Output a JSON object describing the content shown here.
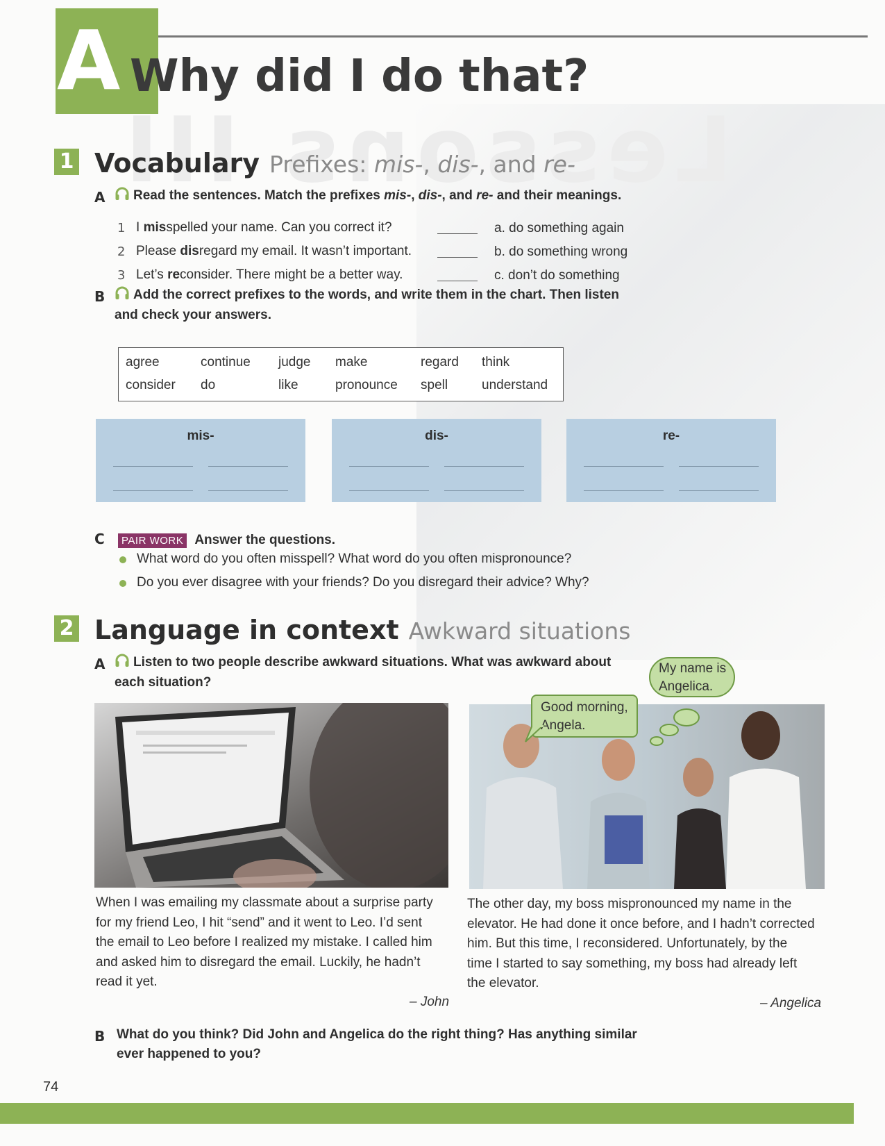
{
  "header": {
    "letter": "A",
    "title": "Why did I do that?"
  },
  "section1": {
    "number": "1",
    "title": "Vocabulary",
    "subtitle_pre": "Prefixes: ",
    "subtitle_mis": "mis-",
    "subtitle_sep": ", ",
    "subtitle_dis": "dis-",
    "subtitle_and": ", and ",
    "subtitle_re": "re-",
    "partA": {
      "letter": "A",
      "instruction_pre": "Read the sentences. Match the prefixes ",
      "p1": "mis-",
      "sep1": ", ",
      "p2": "dis-",
      "sep2": ", and ",
      "p3": "re-",
      "instruction_post": " and their meanings.",
      "items": [
        {
          "num": "1",
          "pre": "I ",
          "bold": "mis",
          "post": "spelled your name. Can you correct it?"
        },
        {
          "num": "2",
          "pre": "Please ",
          "bold": "dis",
          "post": "regard my email. It wasn’t important."
        },
        {
          "num": "3",
          "pre": "Let’s ",
          "bold": "re",
          "post": "consider. There might be a better way."
        }
      ],
      "meanings": [
        "a.  do something again",
        "b.  do something wrong",
        "c.  don’t do something"
      ]
    },
    "partB": {
      "letter": "B",
      "instruction_line1": "Add the correct prefixes to the words, and write them in the chart. Then listen",
      "instruction_line2": "and check your answers.",
      "words_row1": [
        "agree",
        "continue",
        "judge",
        "make",
        "regard",
        "think"
      ],
      "words_row2": [
        "consider",
        "do",
        "like",
        "pronounce",
        "spell",
        "understand"
      ],
      "charts": [
        "mis-",
        "dis-",
        "re-"
      ]
    },
    "partC": {
      "letter": "C",
      "badge": "PAIR WORK",
      "instruction": "Answer the questions.",
      "bullets": [
        "What word do you often misspell? What word do you often mispronounce?",
        "Do you ever disagree with your friends? Do you disregard their advice? Why?"
      ]
    }
  },
  "section2": {
    "number": "2",
    "title": "Language in context",
    "subtitle": "Awkward situations",
    "partA": {
      "letter": "A",
      "instruction_line1": "Listen to two people describe awkward situations. What was awkward about",
      "instruction_line2": "each situation?"
    },
    "bubbles": {
      "thought": [
        "My name is",
        "Angelica."
      ],
      "speech": [
        "Good morning,",
        "Angela."
      ]
    },
    "story_john": [
      "When I was emailing my classmate about a surprise party",
      "for my friend Leo, I hit “send” and it went to Leo. I’d sent",
      "the email to Leo before I realized my mistake. I called him",
      "and asked him to disregard the email. Luckily, he hadn’t",
      "read it yet."
    ],
    "sig_john": "– John",
    "story_angelica": [
      "The other day, my boss mispronounced my name in the",
      "elevator. He had done it once before, and I hadn’t corrected",
      "him. But this time, I reconsidered. Unfortunately, by the",
      "time I started to say something, my boss had already left",
      "the elevator."
    ],
    "sig_angelica": "– Angelica",
    "partB": {
      "letter": "B",
      "instruction_line1": "What do you think? Did John and Angelica do the right thing? Has anything similar",
      "instruction_line2": "ever happened to you?"
    }
  },
  "footer": {
    "page_number": "74"
  },
  "colors": {
    "accent_green": "#8db255",
    "chart_blue": "#b8cfe1",
    "pairwork_purple": "#8a3466"
  }
}
